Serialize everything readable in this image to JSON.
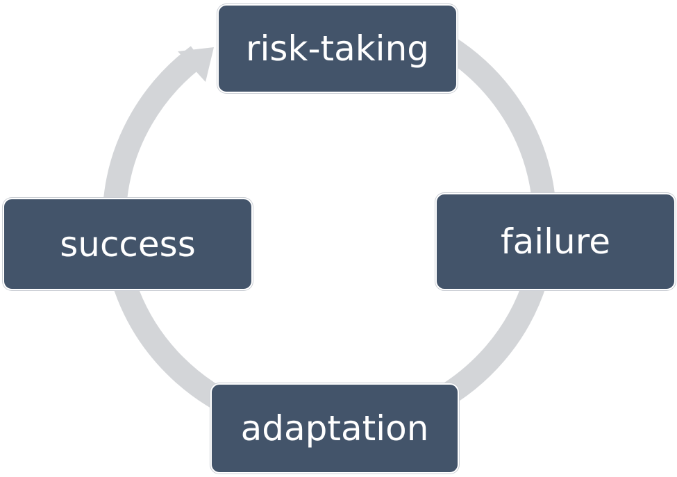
{
  "colors": {
    "node_fill": "#43546a",
    "node_text": "#ffffff",
    "cycle_arrow": "#d3d5d8",
    "background": "#ffffff"
  },
  "cycle": {
    "direction": "clockwise",
    "arrowhead_at": "risk-taking"
  },
  "nodes": [
    {
      "id": "risk-taking",
      "label": "risk-taking"
    },
    {
      "id": "failure",
      "label": "failure"
    },
    {
      "id": "adaptation",
      "label": "adaptation"
    },
    {
      "id": "success",
      "label": "success"
    }
  ]
}
